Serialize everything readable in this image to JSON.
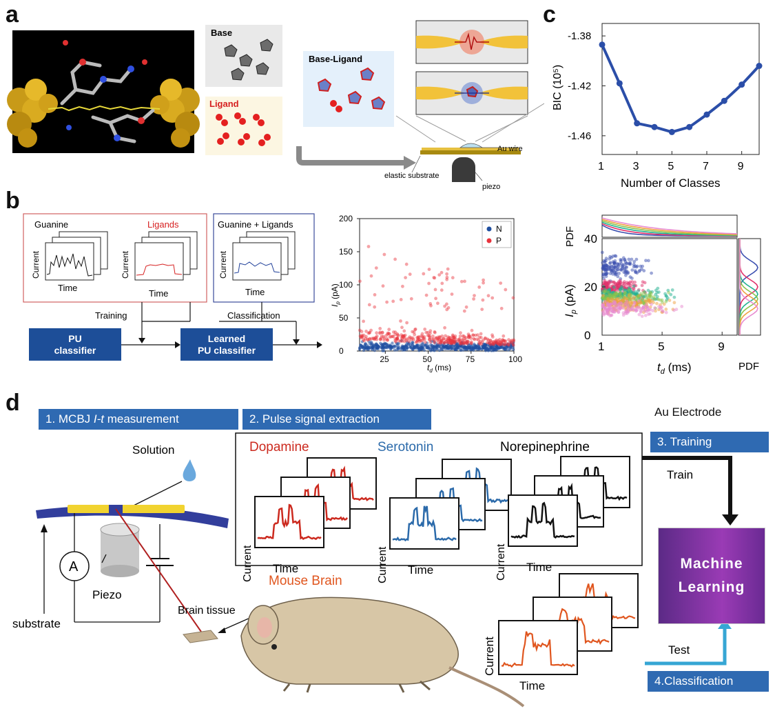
{
  "panel_labels": {
    "a": "a",
    "b": "b",
    "c": "c",
    "d": "d"
  },
  "panel_a": {
    "base_label": "Base",
    "ligand_label": "Ligand",
    "base_ligand_label": "Base-Ligand",
    "au_wire": "Au wire",
    "elastic_substrate": "elastic substrate",
    "piezo": "piezo"
  },
  "panel_b": {
    "guanine": "Guanine",
    "ligands": "Ligands",
    "guanine_ligands": "Guanine + Ligands",
    "current": "Current",
    "time": "Time",
    "training": "Training",
    "classification": "Classification",
    "pu_classifier": [
      "PU",
      "classifier"
    ],
    "learned_pu_classifier": [
      "Learned",
      "PU classifier"
    ],
    "colors": {
      "guanine": "#111111",
      "ligands": "#d62020",
      "mix": "#1f3f99",
      "red_box": "#d06060",
      "blue_box": "#3a4a99"
    }
  },
  "chart_data": [
    {
      "type": "scatter",
      "panel": "b",
      "xlabel_main": "t",
      "xlabel_sub": "d",
      "xlabel_unit": " (ms)",
      "ylabel_main": "I",
      "ylabel_sub": "p",
      "ylabel_unit": " (pA)",
      "xlim": [
        10,
        100
      ],
      "ylim": [
        0,
        200
      ],
      "xticks": [
        "25",
        "50",
        "75",
        "100"
      ],
      "yticks": [
        "0",
        "50",
        "100",
        "150",
        "200"
      ],
      "legend_position": "top-right",
      "series": [
        {
          "name": "N",
          "color": "#1f4fa0",
          "note_range": "I_p mostly 0-25 pA over t_d 10-100 ms"
        },
        {
          "name": "P",
          "color": "#e8323c",
          "note_range": "I_p mostly 10-60 pA, sparse up to ~165 pA"
        }
      ]
    },
    {
      "type": "line",
      "panel": "c",
      "xlabel": "Number of Classes",
      "ylabel": "BIC (10⁵)",
      "xlim": [
        1,
        10
      ],
      "ylim": [
        -1.475,
        -1.37
      ],
      "xticks": [
        "1",
        "3",
        "5",
        "7",
        "9"
      ],
      "yticks": [
        "-1.38",
        "-1.42",
        "-1.46"
      ],
      "x": [
        1,
        2,
        3,
        4,
        5,
        6,
        7,
        8,
        9,
        10
      ],
      "y": [
        -1.387,
        -1.418,
        -1.45,
        -1.453,
        -1.457,
        -1.453,
        -1.443,
        -1.432,
        -1.419,
        -1.404
      ],
      "color": "#2b4ea8"
    },
    {
      "type": "scatter",
      "panel": "c-lower",
      "xlabel_main": "t",
      "xlabel_sub": "d",
      "xlabel_unit": " (ms)",
      "ylabel_main": "I",
      "ylabel_sub": "p",
      "ylabel_unit": " (pA)",
      "top_marginal_label": "PDF",
      "right_marginal_label": "PDF",
      "xlim": [
        1,
        10
      ],
      "ylim": [
        0,
        40
      ],
      "xticks": [
        "1",
        "5",
        "9"
      ],
      "yticks": [
        "0",
        "20",
        "40"
      ],
      "clusters": [
        {
          "color": "#3b4fb0",
          "center_y": 28
        },
        {
          "color": "#e0306a",
          "center_y": 20
        },
        {
          "color": "#20b090",
          "center_y": 17
        },
        {
          "color": "#8bc34a",
          "center_y": 15
        },
        {
          "color": "#f0a040",
          "center_y": 13
        },
        {
          "color": "#e88ad0",
          "center_y": 11
        }
      ]
    }
  ],
  "panel_d": {
    "step1": "1. MCBJ ",
    "step1_italic": "I-t",
    "step1_tail": " measurement",
    "step2": "2. Pulse signal extraction",
    "step3": "3. Training",
    "step4": "4.Classification",
    "au_electrode": "Au Electrode",
    "solution": "Solution",
    "piezo": "Piezo",
    "substrate": "substrate",
    "ammeter": "A",
    "brain_tissue": "Brain tissue",
    "dopamine": "Dopamine",
    "serotonin": "Serotonin",
    "norepinephrine": "Norepinephrine",
    "current": "Current",
    "time": "Time",
    "mouse_brain": "Mouse Brain",
    "train": "Train",
    "test": "Test",
    "ml": [
      "Machine",
      "Learning"
    ],
    "colors": {
      "dopamine": "#cc2a1f",
      "serotonin": "#2b6aaa",
      "norepinephrine": "#111111",
      "mouse": "#e0561f"
    }
  }
}
